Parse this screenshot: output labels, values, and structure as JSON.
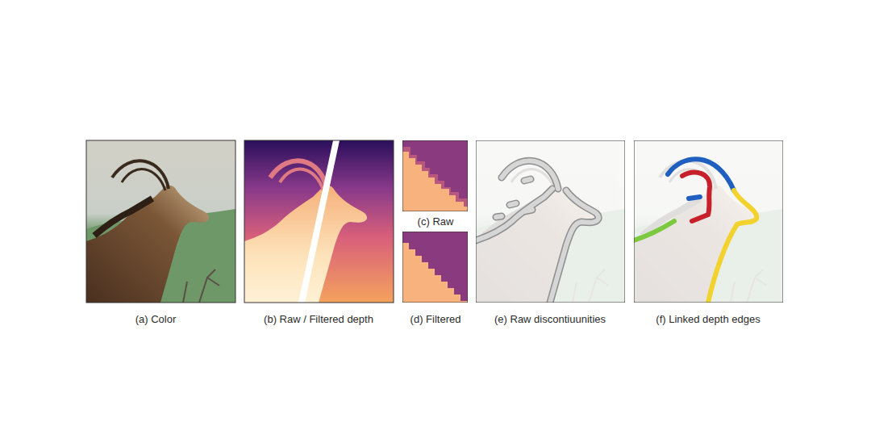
{
  "diagram": {
    "labels": [
      "(a) Color",
      "(b) Raw / Filtered depth",
      "(c) Raw",
      "(d) Filtered",
      "(e) Raw discontiuunities",
      "(f) Linked depth edges"
    ]
  }
}
